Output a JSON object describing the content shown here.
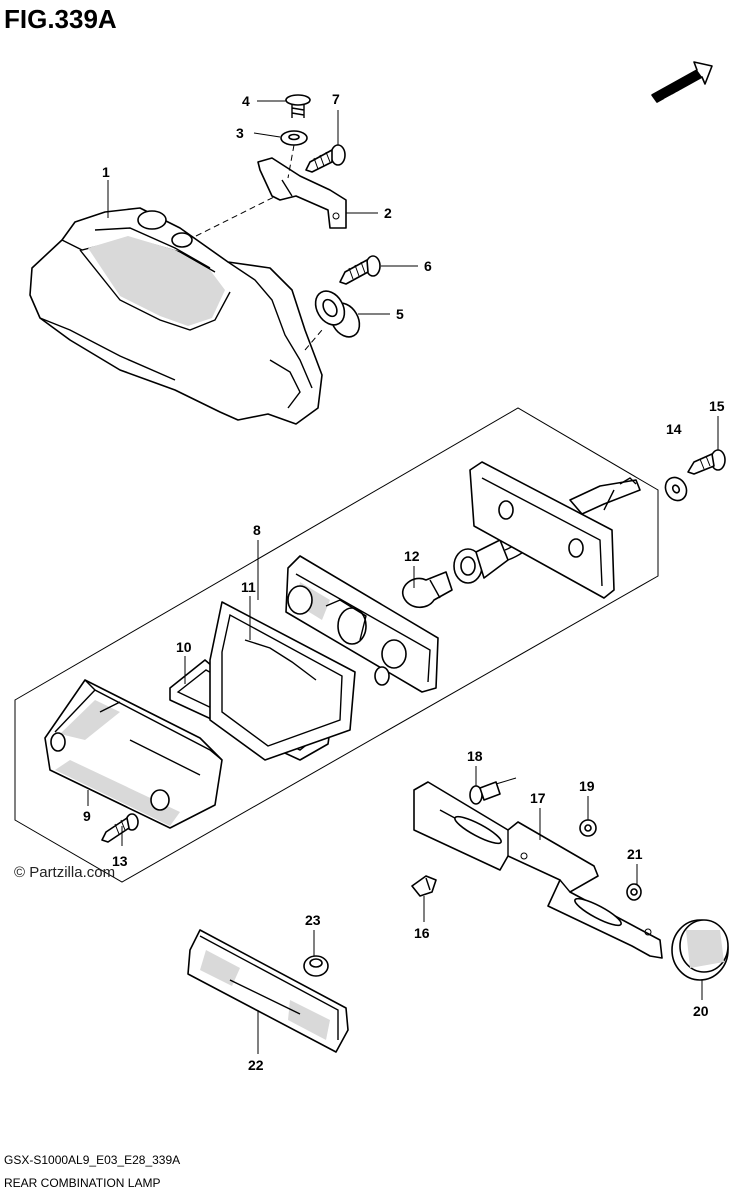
{
  "figure": {
    "title": "FIG.339A",
    "code": "GSX-S1000AL9_E03_E28_339A",
    "name": "REAR COMBINATION LAMP",
    "watermark": "© Partzilla.com",
    "direction_badge": "FWD"
  },
  "parts": [
    {
      "number": "1"
    },
    {
      "number": "2"
    },
    {
      "number": "3"
    },
    {
      "number": "4"
    },
    {
      "number": "5"
    },
    {
      "number": "6"
    },
    {
      "number": "7"
    },
    {
      "number": "8"
    },
    {
      "number": "9"
    },
    {
      "number": "10"
    },
    {
      "number": "11"
    },
    {
      "number": "12"
    },
    {
      "number": "13"
    },
    {
      "number": "14"
    },
    {
      "number": "15"
    },
    {
      "number": "16"
    },
    {
      "number": "17"
    },
    {
      "number": "18"
    },
    {
      "number": "19"
    },
    {
      "number": "20"
    },
    {
      "number": "21"
    },
    {
      "number": "22"
    },
    {
      "number": "23"
    }
  ]
}
